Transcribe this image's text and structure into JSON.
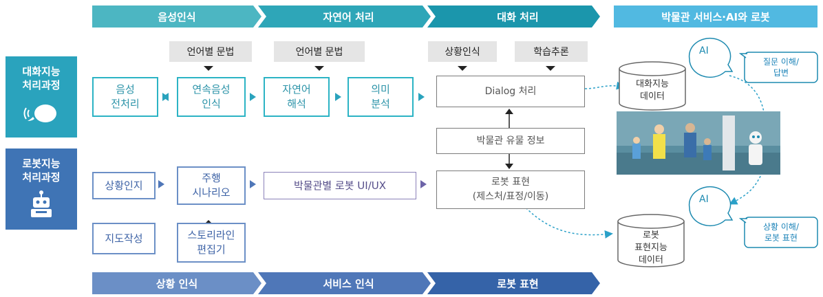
{
  "top_chevrons": [
    {
      "label": "음성인식",
      "color": "#4cb6c2"
    },
    {
      "label": "자연어 처리",
      "color": "#2ea6b8"
    },
    {
      "label": "대화 처리",
      "color": "#1b96ac"
    }
  ],
  "top_right_banner": {
    "label": "박물관 서비스·AI와 로봇",
    "color": "#51b9e1"
  },
  "bottom_chevrons": [
    {
      "label": "상황 인식",
      "color": "#6b8fc6"
    },
    {
      "label": "서비스 인식",
      "color": "#4f77b8"
    },
    {
      "label": "로봇 표현",
      "color": "#3563a8"
    }
  ],
  "left_panels": {
    "dialog": {
      "title": "대화지능\n처리과정",
      "color": "#2aa3bd",
      "icon": "chat-bubble-icon"
    },
    "robot": {
      "title": "로봇지능\n처리과정",
      "color": "#3f74b5",
      "icon": "robot-icon"
    }
  },
  "labels": {
    "grammar_1": "언어별 문법",
    "grammar_2": "언어별 문법",
    "context": "상황인식",
    "learning": "학습추론"
  },
  "dialog_row": {
    "speech_pre": "음성\n전처리",
    "continuous": "연속음성\n인식",
    "nlu": "자연어\n해석",
    "semantic": "의미\n분석",
    "dialog": "Dialog 처리"
  },
  "museum_info": "박물관 유물 정보",
  "robot_row": {
    "situation": "상황인지",
    "driving": "주행\n시나리오",
    "ux": "박물관별 로봇 UI/UX",
    "expression": "로봇 표현\n(제스처/표정/이동)",
    "map": "지도작성",
    "storyline": "스토리라인\n편집기"
  },
  "right": {
    "db_dialog": "대화지능\n데이터",
    "db_robot": "로봇\n표현지능\n데이터",
    "ai_top": "AI",
    "ai_bottom": "AI",
    "bubble_top": "질문 이해/\n답변",
    "bubble_bottom": "상황 이해/\n로봇 표현",
    "photo_icon": "museum-robot-photo"
  }
}
